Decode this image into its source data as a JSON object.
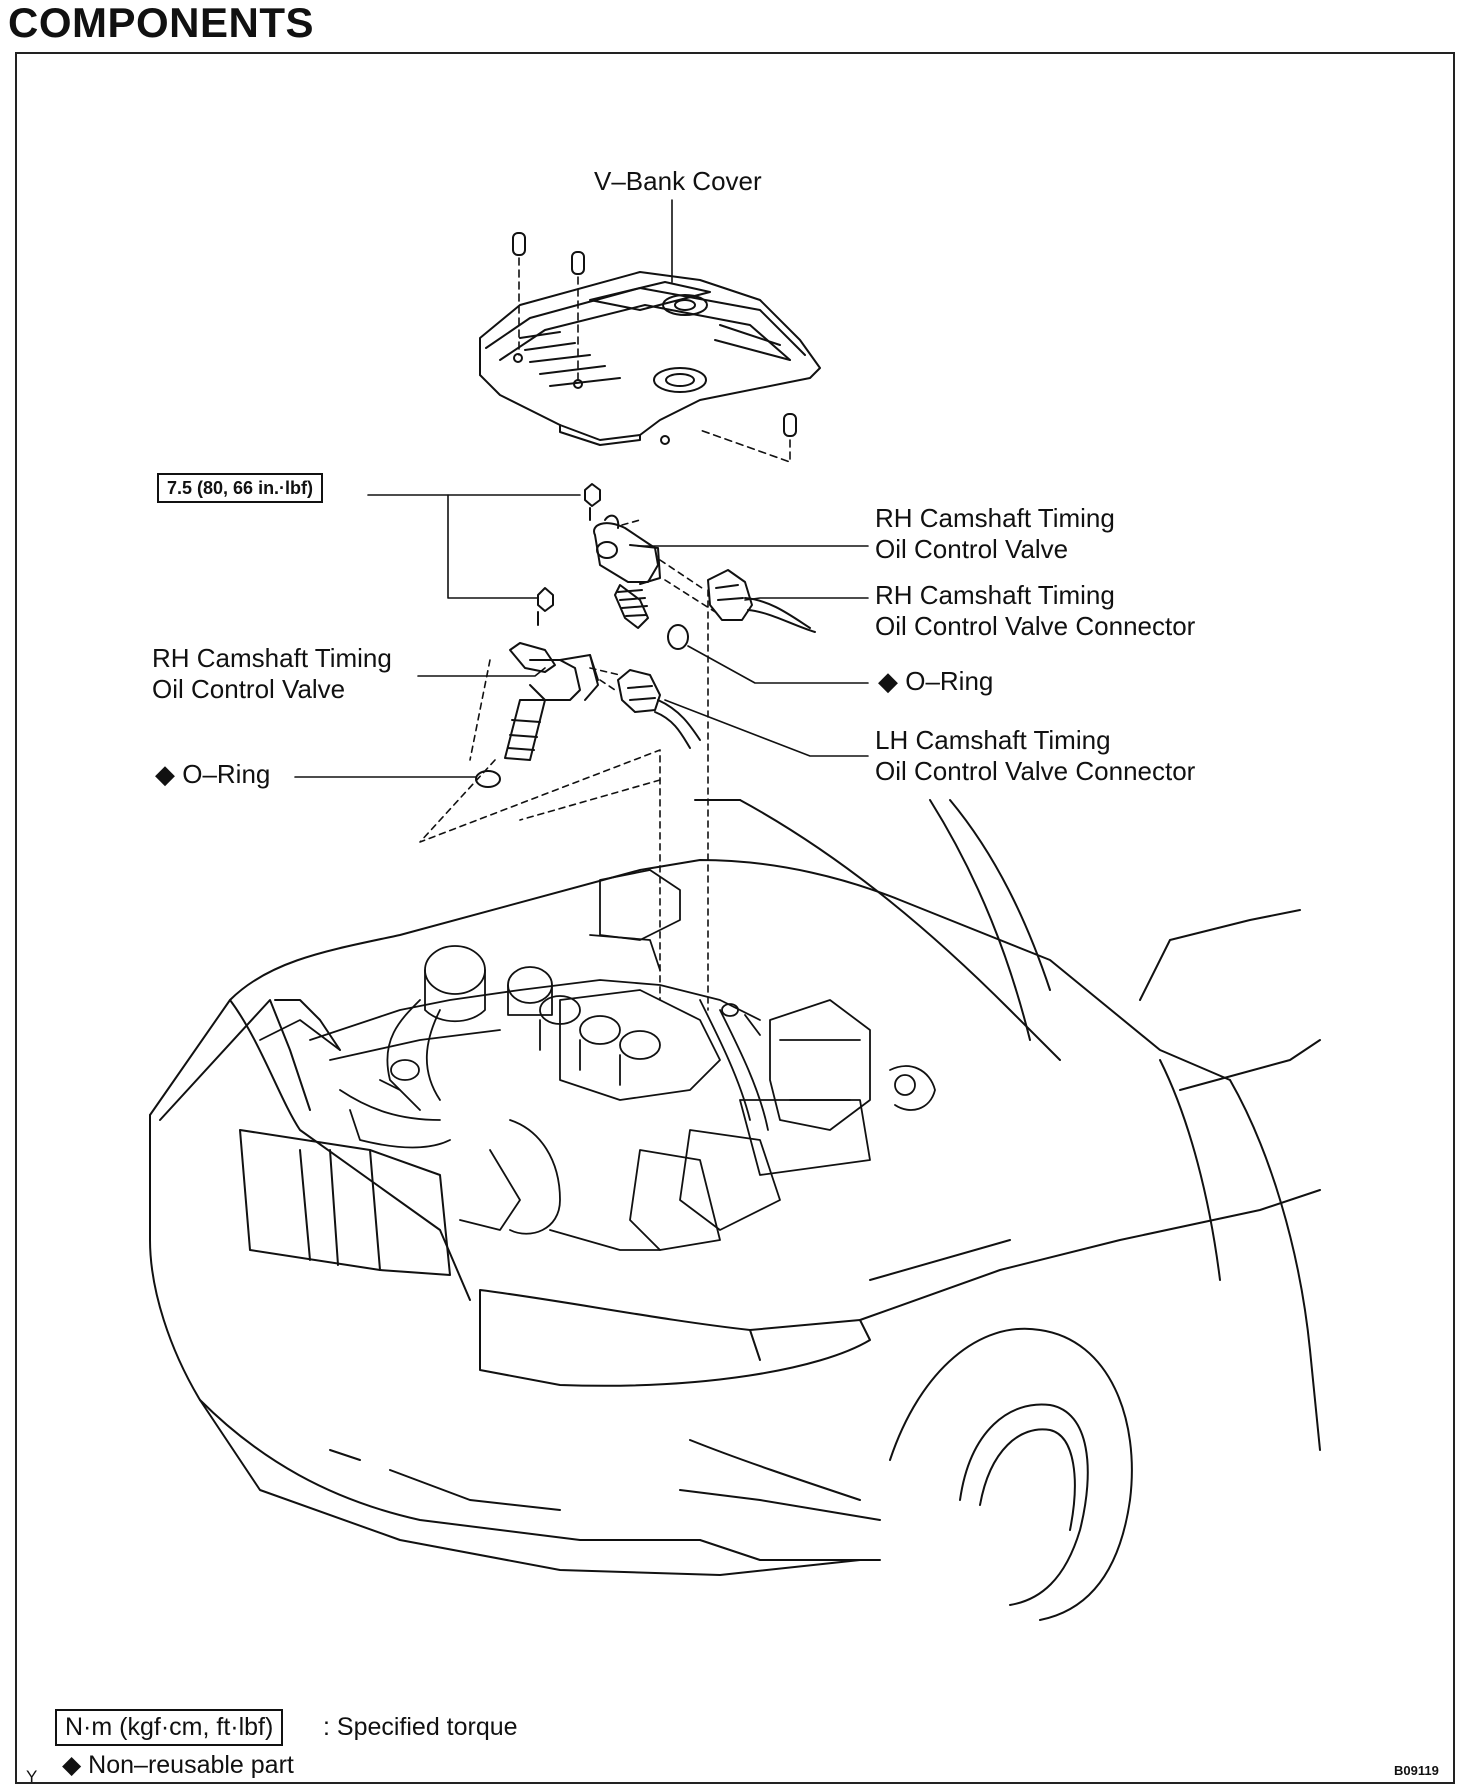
{
  "page": {
    "title": "COMPONENTS",
    "figure_code": "B09119",
    "corner_mark": "Y"
  },
  "labels": {
    "v_bank_cover": "V–Bank Cover",
    "torque": "7.5 (80, 66 in.·lbf)",
    "rh_valve_top_1": "RH Camshaft Timing",
    "rh_valve_top_2": "Oil Control Valve",
    "rh_connector_1": "RH Camshaft Timing",
    "rh_connector_2": "Oil Control Valve Connector",
    "oring_right": "◆ O–Ring",
    "rh_valve_left_1": "RH Camshaft Timing",
    "rh_valve_left_2": "Oil Control Valve",
    "lh_connector_1": "LH Camshaft Timing",
    "lh_connector_2": "Oil Control Valve Connector",
    "oring_left": "◆ O–Ring"
  },
  "legend": {
    "torque_unit": "N·m (kgf·cm, ft·lbf)",
    "torque_desc": ": Specified torque",
    "non_reusable": "◆ Non–reusable part"
  }
}
